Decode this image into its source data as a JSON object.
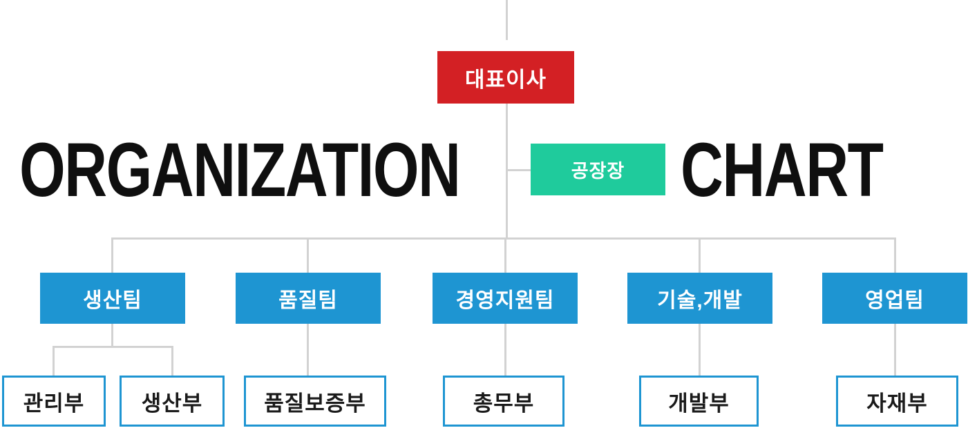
{
  "title": {
    "word_left": "ORGANIZATION",
    "word_right": "CHART"
  },
  "colors": {
    "ceo_red": "#d32024",
    "factory_manager_green": "#1fcb9c",
    "team_blue": "#1e95d2",
    "connector_gray": "#d2d2d2",
    "title_black": "#0f0f0f"
  },
  "org": {
    "root": {
      "label": "대표이사"
    },
    "staff": {
      "label": "공장장"
    },
    "teams": [
      {
        "label": "생산팀"
      },
      {
        "label": "품질팀"
      },
      {
        "label": "경영지원팀"
      },
      {
        "label": "기술,개발"
      },
      {
        "label": "영업팀"
      }
    ],
    "departments": [
      {
        "label": "관리부"
      },
      {
        "label": "생산부"
      },
      {
        "label": "품질보증부"
      },
      {
        "label": "총무부"
      },
      {
        "label": "개발부"
      },
      {
        "label": "자재부"
      }
    ]
  }
}
